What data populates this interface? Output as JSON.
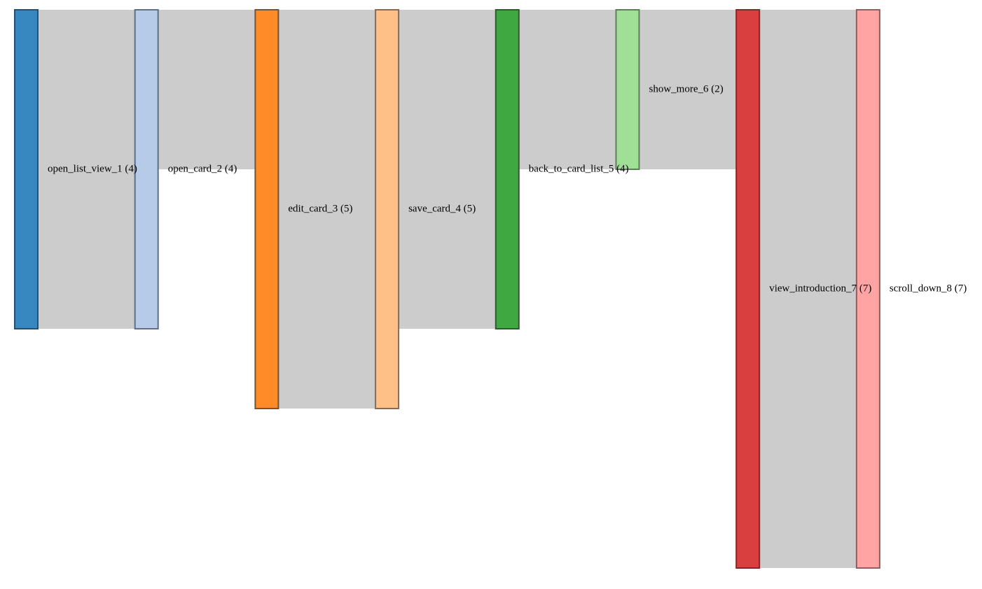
{
  "chart_data": {
    "type": "sankey",
    "nodes": [
      {
        "id": "n1",
        "label": "open_list_view_1 (4)",
        "value": 4,
        "color": "#3787c0",
        "stroke": "#2a4f6b"
      },
      {
        "id": "n2",
        "label": "open_card_2 (4)",
        "value": 4,
        "color": "#b5cbe8",
        "stroke": "#5f6f85"
      },
      {
        "id": "n3",
        "label": "edit_card_3 (5)",
        "value": 5,
        "color": "#ff8b28",
        "stroke": "#7a5230"
      },
      {
        "id": "n4",
        "label": "save_card_4 (5)",
        "value": 5,
        "color": "#ffc088",
        "stroke": "#8c6a4d"
      },
      {
        "id": "n5",
        "label": "back_to_card_list_5 (4)",
        "value": 4,
        "color": "#40a840",
        "stroke": "#2a5e2a"
      },
      {
        "id": "n6",
        "label": "show_more_6 (2)",
        "value": 2,
        "color": "#a0e096",
        "stroke": "#5e7e5a"
      },
      {
        "id": "n7",
        "label": "view_introduction_7 (7)",
        "value": 7,
        "color": "#da3f40",
        "stroke": "#7a2a2a"
      },
      {
        "id": "n8",
        "label": "scroll_down_8 (7)",
        "value": 7,
        "color": "#ffa3a3",
        "stroke": "#8a6060"
      }
    ],
    "links": [
      {
        "source": "n1",
        "target": "n2",
        "value": 4
      },
      {
        "source": "n2",
        "target": "n3",
        "value": 2
      },
      {
        "source": "n3",
        "target": "n4",
        "value": 5
      },
      {
        "source": "n4",
        "target": "n5",
        "value": 4
      },
      {
        "source": "n5",
        "target": "n6",
        "value": 2
      },
      {
        "source": "n6",
        "target": "n7",
        "value": 2
      },
      {
        "source": "n7",
        "target": "n8",
        "value": 7
      }
    ]
  }
}
